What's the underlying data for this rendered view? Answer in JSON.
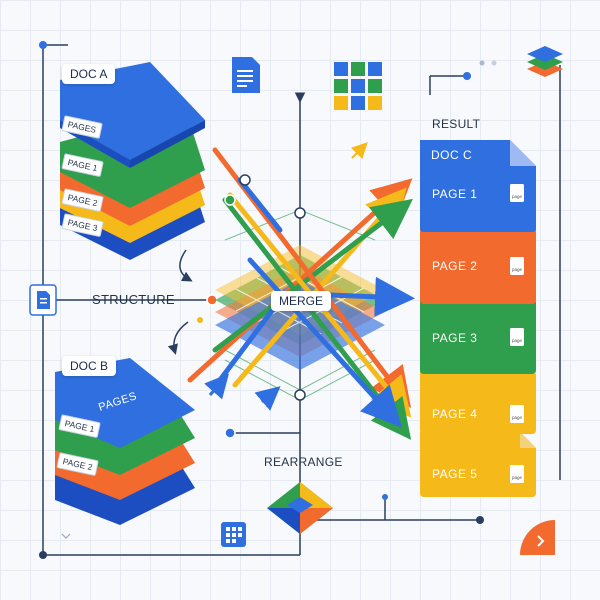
{
  "doc_a": {
    "label": "DOC A",
    "tags": [
      "PAGES",
      "PAGE 1",
      "PAGE 2",
      "PAGE 3"
    ]
  },
  "doc_b": {
    "label": "DOC B",
    "top_label": "PAGES",
    "tags": [
      "PAGE 1",
      "PAGE 2"
    ]
  },
  "doc_c": {
    "label": "DOC C",
    "pages": [
      "PAGE 1",
      "PAGE 2",
      "PAGE 3",
      "PAGE 4",
      "PAGE 5"
    ]
  },
  "labels": {
    "structure": "STRUCTURE",
    "merge": "MERGE",
    "rearrange": "REARRANGE",
    "result": "RESULT"
  },
  "page_icon_text": "page",
  "colors": {
    "blue": "#2f6fe0",
    "green": "#2f9e4d",
    "orange": "#f26a2e",
    "yellow": "#f6b91a",
    "navy": "#1d4ec1",
    "line": "#2a3f5f"
  },
  "icons": [
    "doc-icon",
    "grid-icon",
    "layers-icon",
    "calendar-icon",
    "chevron-right-icon",
    "arrow-icon"
  ]
}
